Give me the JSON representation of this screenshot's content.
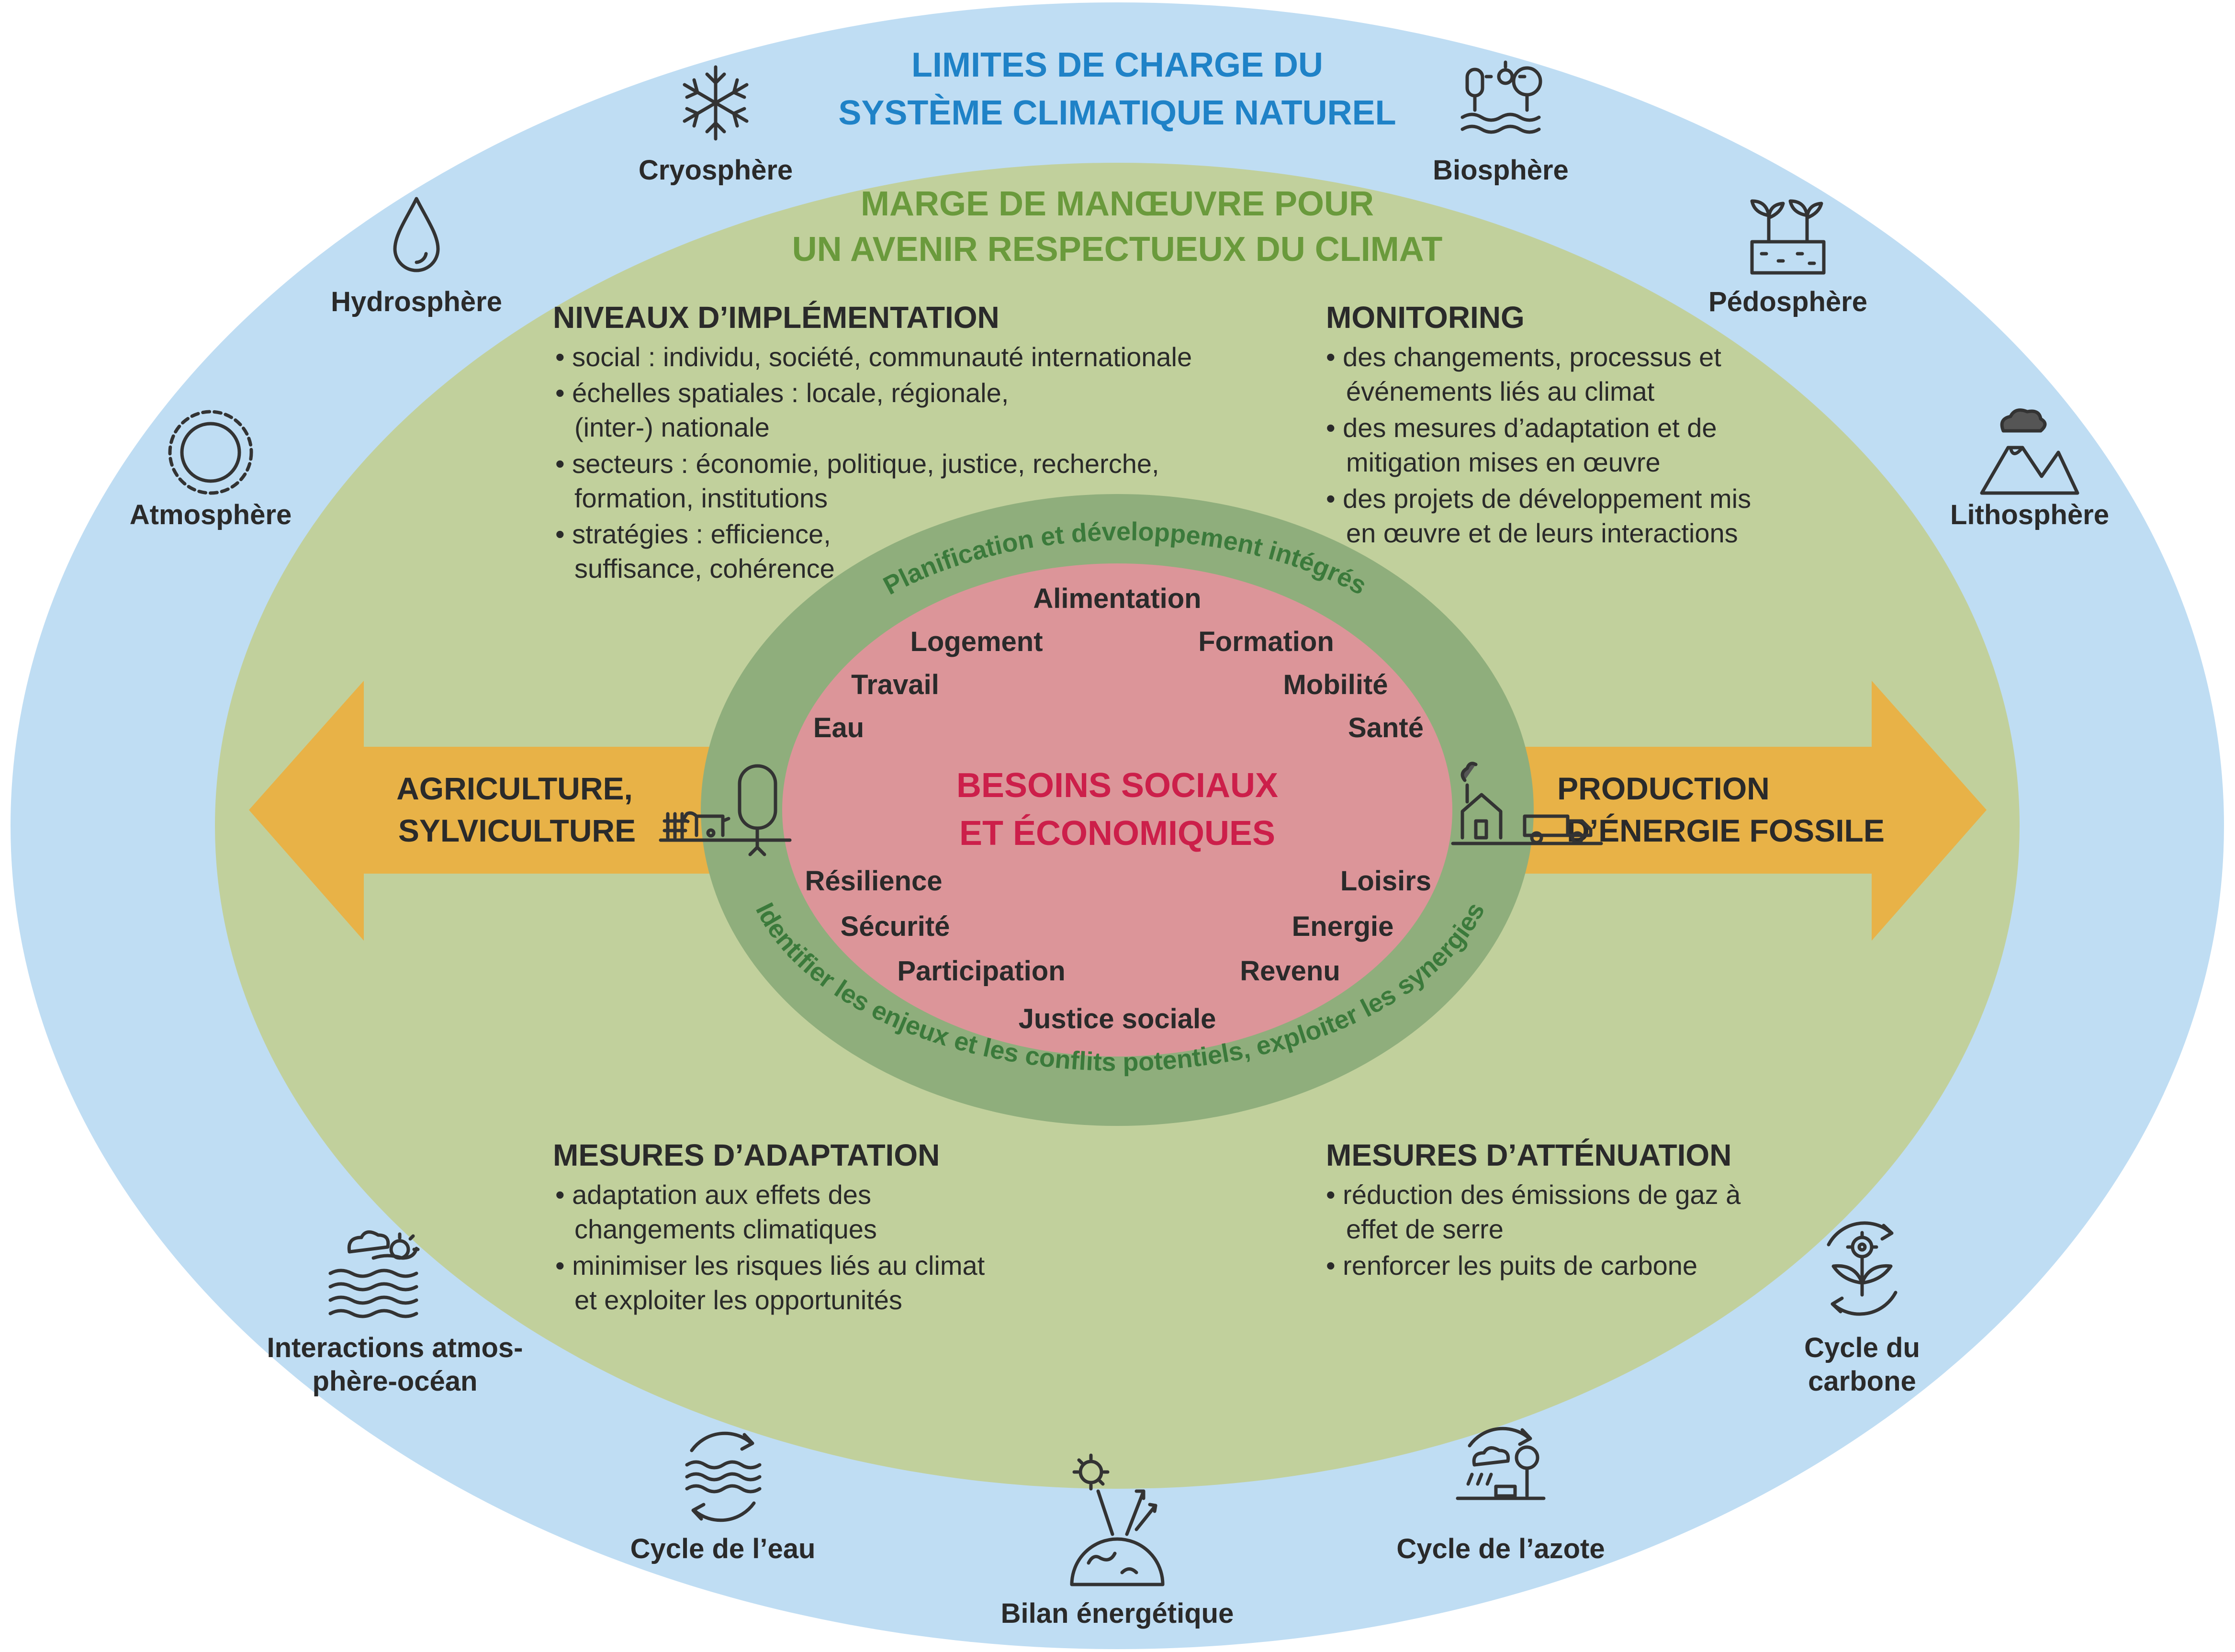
{
  "outer": {
    "title_line1": "LIMITES DE CHARGE DU",
    "title_line2": "SYSTÈME CLIMATIQUE NATUREL",
    "color": "#bfddf3"
  },
  "middle": {
    "title_line1": "MARGE DE MANŒUVRE POUR",
    "title_line2": "UN AVENIR RESPECTUEUX DU CLIMAT",
    "color": "#c1d09c"
  },
  "spheres": {
    "cryosphere": "Cryosphère",
    "biosphere": "Biosphère",
    "hydrosphere": "Hydrosphère",
    "pedosphere": "Pédosphère",
    "atmosphere": "Atmosphère",
    "lithosphere": "Lithosphère",
    "interactions_line1": "Interactions atmos-",
    "interactions_line2": "phère-océan",
    "carbon_line1": "Cycle du",
    "carbon_line2": "carbone",
    "water_cycle": "Cycle de l’eau",
    "nitrogen_cycle": "Cycle de l’azote",
    "energy_balance": "Bilan énergétique"
  },
  "icons": {
    "cryosphere": "snowflake-icon",
    "biosphere": "trees-water-icon",
    "hydrosphere": "water-drop-icon",
    "pedosphere": "sprouts-soil-icon",
    "atmosphere": "atmosphere-circle-icon",
    "lithosphere": "volcano-mountains-icon",
    "interactions": "cloud-sun-waves-icon",
    "carbon": "carbon-cycle-icon",
    "water_cycle": "water-cycle-icon",
    "nitrogen_cycle": "nitrogen-cycle-icon",
    "energy_balance": "energy-balance-icon"
  },
  "implementation": {
    "heading": "NIVEAUX D’IMPLÉMENTATION",
    "b1": "• social : individu, société, communauté internationale",
    "b2a": "• échelles spatiales : locale, régionale,",
    "b2b": "(inter-) nationale",
    "b3a": "• secteurs : économie, politique, justice, recherche,",
    "b3b": "formation, institutions",
    "b4a": "• stratégies : efficience,",
    "b4b": "suffisance, cohérence"
  },
  "monitoring": {
    "heading": "MONITORING",
    "b1a": "• des changements, processus et",
    "b1b": "événements liés au climat",
    "b2a": "• des mesures d’adaptation et de",
    "b2b": "mitigation mises en œuvre",
    "b3a": "• des projets de développement mis",
    "b3b": "en œuvre et de leurs interactions"
  },
  "adaptation": {
    "heading": "MESURES D’ADAPTATION",
    "b1a": "• adaptation aux effets des",
    "b1b": "changements climatiques",
    "b2a": "• minimiser les risques liés au climat",
    "b2b": "et exploiter les opportunités"
  },
  "mitigation": {
    "heading": "MESURES D’ATTÉNUATION",
    "b1a": "• réduction des émissions de gaz à",
    "b1b": "effet de serre",
    "b2": "• renforcer les puits de carbone"
  },
  "ring": {
    "top": "Planification et développement intégrés",
    "bottom": "Identifier les enjeux et les conflits potentiels, exploiter les synergies",
    "color": "#8fae7c",
    "text_color": "#3b7a3b"
  },
  "center": {
    "title_line1": "BESOINS SOCIAUX",
    "title_line2": "ET ÉCONOMIQUES",
    "color": "#dc9599",
    "title_color": "#cc1f4a"
  },
  "needs": {
    "alimentation": "Alimentation",
    "logement": "Logement",
    "formation": "Formation",
    "travail": "Travail",
    "mobilite": "Mobilité",
    "eau": "Eau",
    "sante": "Santé",
    "resilience": "Résilience",
    "loisirs": "Loisirs",
    "securite": "Sécurité",
    "energie": "Energie",
    "participation": "Participation",
    "revenu": "Revenu",
    "justice": "Justice sociale"
  },
  "arrows": {
    "left_line1": "AGRICULTURE,",
    "left_line2": "SYLVICULTURE",
    "right_line1": "PRODUCTION",
    "right_line2": "D’ÉNERGIE FOSSILE",
    "color": "#e8b247",
    "left_icon": "farm-tree-cow-icon",
    "right_icon": "house-truck-factory-icon"
  }
}
